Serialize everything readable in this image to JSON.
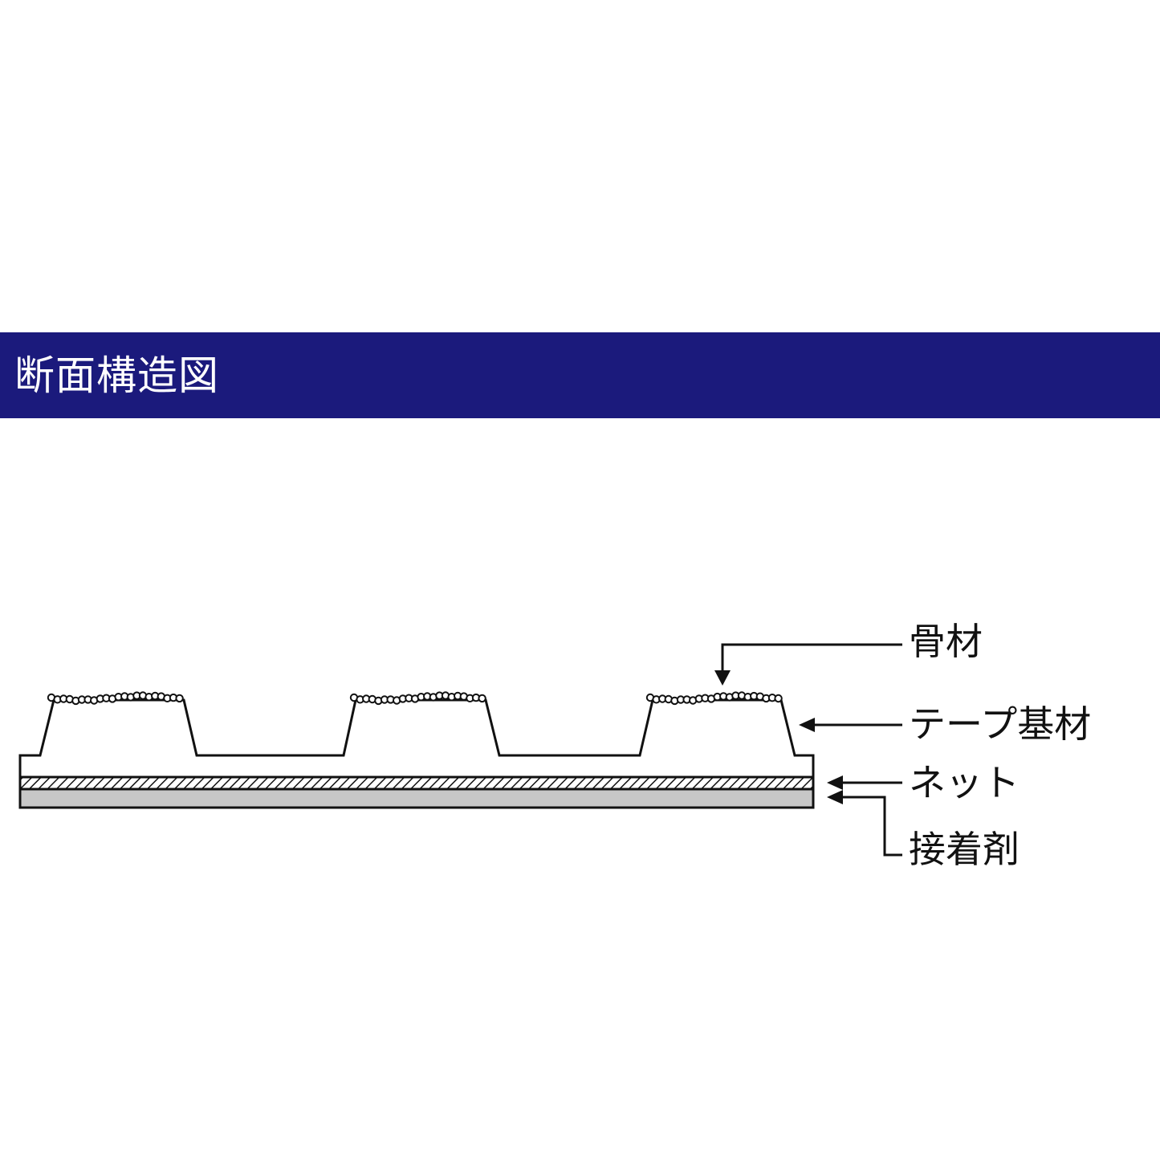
{
  "header": {
    "title": "断面構造図"
  },
  "labels": {
    "aggregate": "骨材",
    "tape_base": "テープ基材",
    "net": "ネット",
    "adhesive": "接着剤"
  },
  "colors": {
    "header_bg": "#1b1a7c",
    "outline": "#111111",
    "adhesive_fill": "#c7c7c7"
  }
}
